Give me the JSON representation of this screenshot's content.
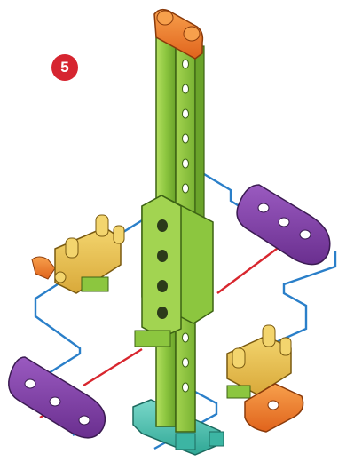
{
  "step": {
    "number": "5",
    "badge_color": "#d62530"
  },
  "colors": {
    "green_beam": "#8cc63f",
    "green_dark": "#5e8f22",
    "orange": "#f07a2a",
    "purple": "#7b3fa0",
    "tan": "#e8c04a",
    "teal": "#45c2b1",
    "guide_blue": "#2a7fc9",
    "guide_red": "#d8262e"
  },
  "parts": [
    "vertical-green-beams",
    "orange-top-connector",
    "green-block-connector",
    "purple-wheel-plate-right",
    "purple-wheel-plate-left",
    "tan-axle-assembly-left",
    "tan-axle-assembly-right",
    "teal-base-connector"
  ]
}
